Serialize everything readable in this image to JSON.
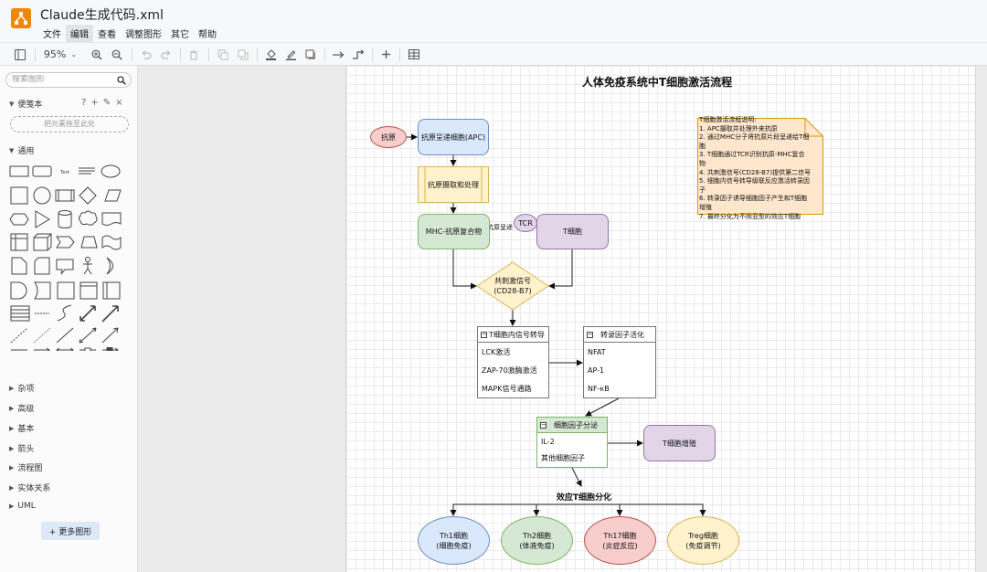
{
  "app": {
    "file_title": "Claude生成代码.xml",
    "menu": [
      "文件",
      "编辑",
      "查看",
      "调整图形",
      "其它",
      "帮助"
    ],
    "active_menu": 1
  },
  "toolbar": {
    "zoom": "95%"
  },
  "sidebar": {
    "search_placeholder": "搜索图形",
    "scratchpad_label": "便笺本",
    "scratchpad_tools": [
      "?",
      "+",
      "✎",
      "×"
    ],
    "drop_zone_text": "把元素拖至此处",
    "general_label": "通用",
    "sections": [
      "杂项",
      "高级",
      "基本",
      "箭头",
      "流程图",
      "实体关系",
      "UML"
    ],
    "more_shapes_label": "+ 更多图形"
  },
  "diagram": {
    "title": "人体免疫系统中T细胞激活流程",
    "nodes": {
      "antigen": "抗原",
      "apc": "抗原呈递细胞(APC)",
      "processing": "抗原摄取和处理",
      "mhc": "MHC-抗原复合物",
      "tcr": "TCR",
      "tcell": "T细胞",
      "costim_line1": "共刺激信号",
      "costim_line2": "(CD28-B7)",
      "proliferation": "T细胞增殖",
      "th1_line1": "Th1细胞",
      "th1_line2": "(细胞免疫)",
      "th2_line1": "Th2细胞",
      "th2_line2": "(体液免疫)",
      "th17_line1": "Th17细胞",
      "th17_line2": "(炎症反应)",
      "treg_line1": "Treg细胞",
      "treg_line2": "(免疫调节)"
    },
    "edge_label_presentation": "抗原呈递",
    "effector_label": "效应T细胞分化",
    "signal_table": {
      "title": "T细胞内信号转导",
      "rows": [
        "LCK激活",
        "ZAP-70激酶激活",
        "MAPK信号通路"
      ]
    },
    "tf_table": {
      "title": "转录因子活化",
      "rows": [
        "NFAT",
        "AP-1",
        "NF-κB"
      ]
    },
    "cytokine_table": {
      "title": "细胞因子分泌",
      "rows": [
        "IL-2",
        "其他细胞因子"
      ]
    },
    "note_lines": [
      "T细胞激活流程说明:",
      "1. APC摄取并处理外来抗原",
      "2. 通过MHC分子将抗原片段呈递给T细",
      "胞",
      "3. T细胞通过TCR识别抗原-MHC复合",
      "物",
      "4. 共刺激信号(CD28-B7)提供第二信号",
      "5. 细胞内信号转导级联反应激活转录因",
      "子",
      "6. 转录因子诱导细胞因子产生和T细胞",
      "增殖",
      "7. 最终分化为不同亚型的效应T细胞"
    ]
  }
}
